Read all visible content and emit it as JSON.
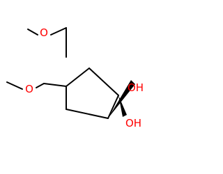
{
  "structure": {
    "atom_labels": {
      "methoxy_top_o": "O",
      "methoxy_bottom_o": "O",
      "hydroxyl_top": "OH",
      "hydroxyl_bottom": "OH"
    },
    "colors": {
      "bond": "#000000",
      "oxygen": "#ff0000"
    }
  }
}
